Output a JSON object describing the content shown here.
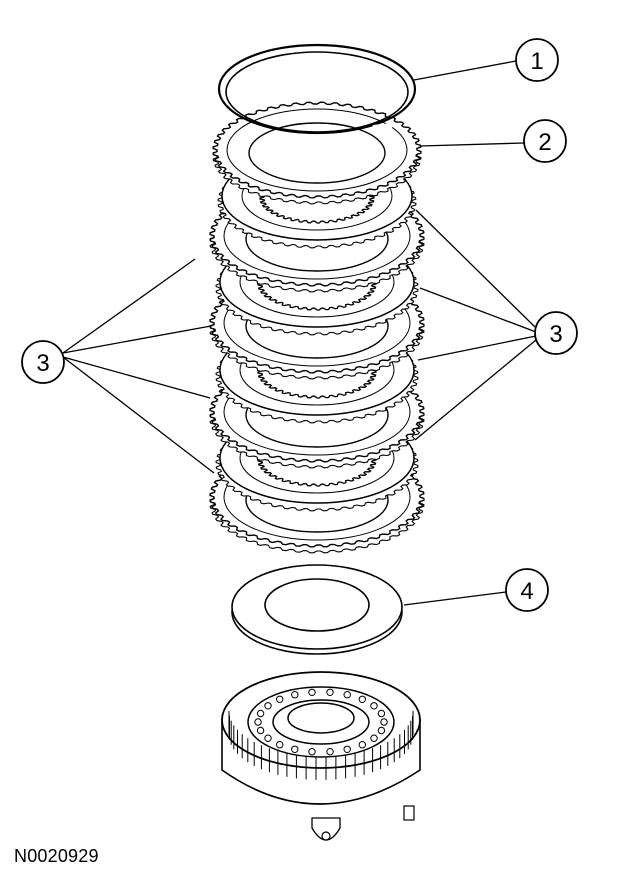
{
  "callouts": [
    {
      "id": "1",
      "text": "1"
    },
    {
      "id": "2",
      "text": "2"
    },
    {
      "id": "3L",
      "text": "3"
    },
    {
      "id": "3R",
      "text": "3"
    },
    {
      "id": "4",
      "text": "4"
    }
  ],
  "figure_code": "N0020929",
  "colors": {
    "line": "#000000",
    "background": "#ffffff"
  }
}
